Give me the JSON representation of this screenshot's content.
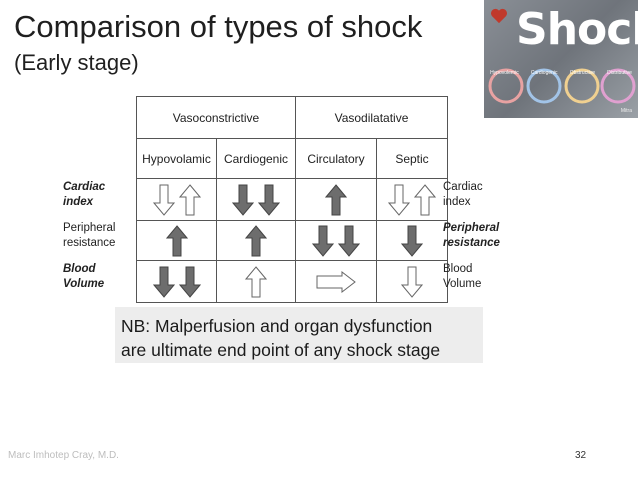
{
  "title": "Comparison of types of shock",
  "subtitle": "(Early stage)",
  "thumbnail": {
    "title": "Shock",
    "labels": [
      "Hypovolemic",
      "Cardiogenic",
      "Obstructive",
      "Distributive"
    ],
    "footer": "Mitra"
  },
  "table": {
    "group_headers": [
      "Vasoconstrictive",
      "Vasodilatative"
    ],
    "type_headers": [
      "Hypovolamic",
      "Cardiogenic",
      "Circulatory",
      "Septic"
    ],
    "rows": [
      {
        "left_label": [
          "Cardiac",
          "index"
        ],
        "right_label": [
          "Cardiac",
          "index"
        ],
        "cells": [
          [
            "down-outline",
            "up-outline"
          ],
          [
            "down-filled",
            "down-filled"
          ],
          [
            "up-filled"
          ],
          [
            "down-outline",
            "up-outline"
          ]
        ]
      },
      {
        "left_label": [
          "Peripheral",
          "resistance"
        ],
        "right_label": [
          "Peripheral",
          "resistance"
        ],
        "cells": [
          [
            "up-filled"
          ],
          [
            "up-filled"
          ],
          [
            "down-filled",
            "down-filled"
          ],
          [
            "down-filled"
          ]
        ]
      },
      {
        "left_label": [
          "Blood",
          "Volume"
        ],
        "right_label": [
          "Blood",
          "Volume"
        ],
        "cells": [
          [
            "down-filled",
            "down-filled"
          ],
          [
            "up-outline"
          ],
          [
            "right-outline"
          ],
          [
            "down-outline"
          ]
        ]
      }
    ]
  },
  "note_lines": [
    "NB: Malperfusion and organ dysfunction",
    "are ultimate end point of any shock stage"
  ],
  "footer": "Marc Imhotep Cray, M.D.",
  "page_number": "32",
  "colors": {
    "arrow_fill": "#6d6d6d",
    "arrow_stroke": "#444444",
    "note_bg": "#ededed"
  }
}
